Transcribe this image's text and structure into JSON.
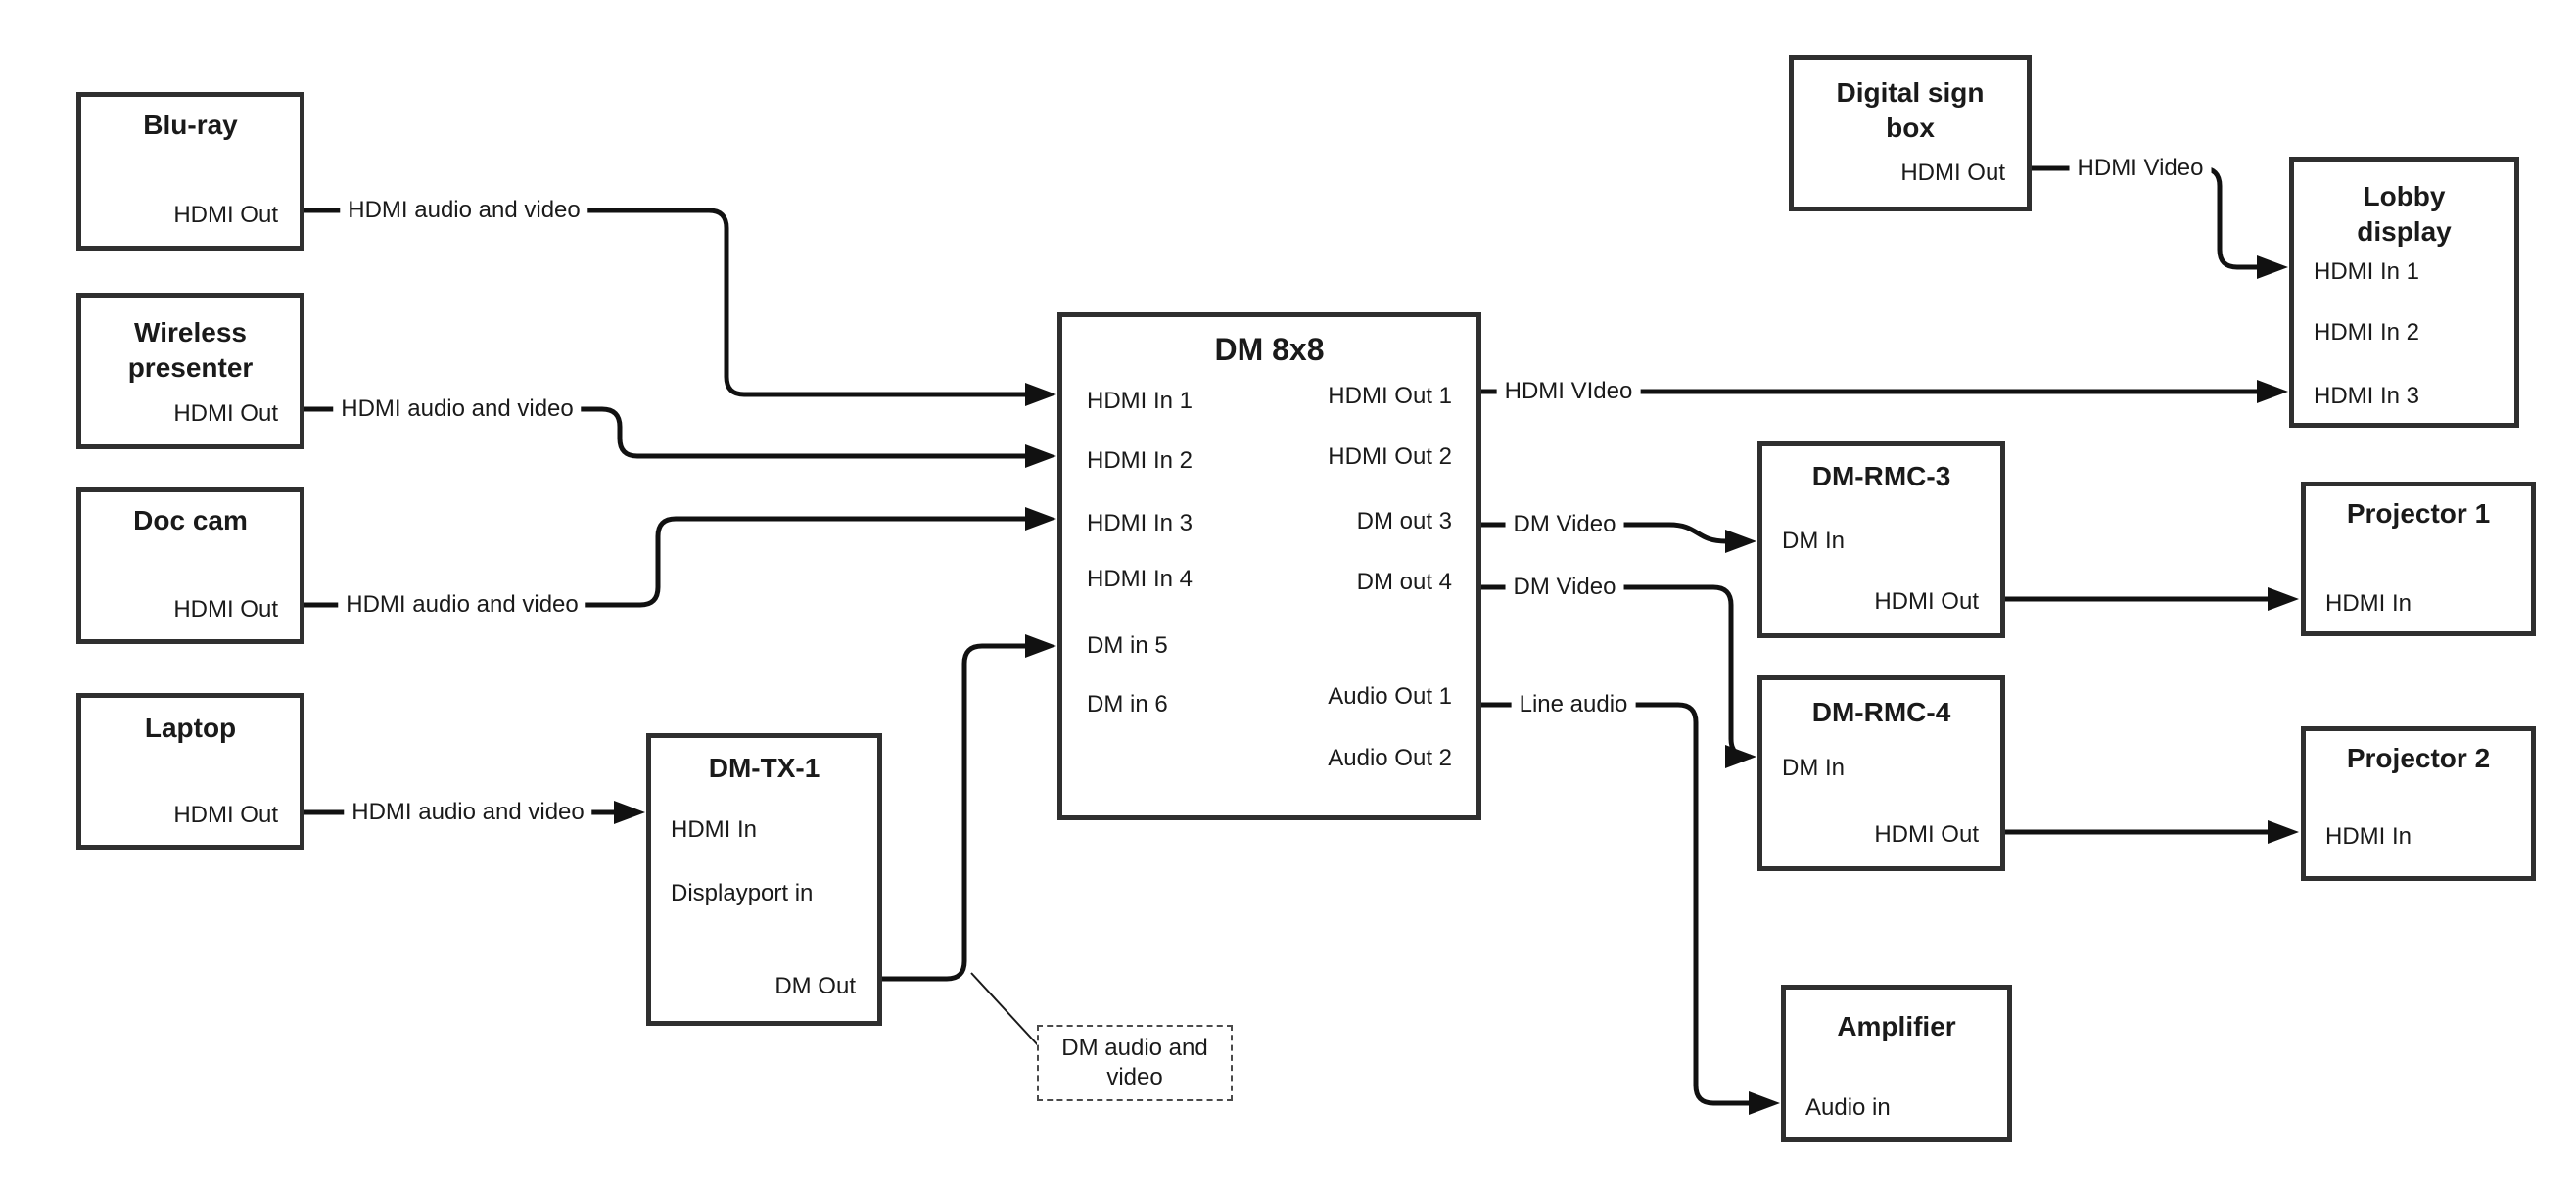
{
  "nodes": {
    "bluray": {
      "title": "Blu-ray",
      "port": "HDMI Out"
    },
    "wireless": {
      "title": "Wireless\npresenter",
      "port": "HDMI Out"
    },
    "doccam": {
      "title": "Doc cam",
      "port": "HDMI Out"
    },
    "laptop": {
      "title": "Laptop",
      "port": "HDMI Out"
    },
    "dmtx1": {
      "title": "DM-TX-1",
      "ports": [
        "HDMI In",
        "Displayport in",
        "DM Out"
      ]
    },
    "dm8x8": {
      "title": "DM 8x8",
      "inputs": [
        "HDMI In 1",
        "HDMI In 2",
        "HDMI In 3",
        "HDMI In 4",
        "DM in 5",
        "DM in 6"
      ],
      "outputs": [
        "HDMI Out 1",
        "HDMI Out 2",
        "DM out 3",
        "DM out 4",
        "Audio Out 1",
        "Audio Out 2"
      ]
    },
    "signbox": {
      "title": "Digital sign\nbox",
      "port": "HDMI Out"
    },
    "lobby": {
      "title": "Lobby\ndisplay",
      "ports": [
        "HDMI In 1",
        "HDMI In 2",
        "HDMI In 3"
      ]
    },
    "dmrmc3": {
      "title": "DM-RMC-3",
      "ports": [
        "DM In",
        "HDMI Out"
      ]
    },
    "proj1": {
      "title": "Projector 1",
      "port": "HDMI In"
    },
    "dmrmc4": {
      "title": "DM-RMC-4",
      "ports": [
        "DM In",
        "HDMI Out"
      ]
    },
    "proj2": {
      "title": "Projector 2",
      "port": "HDMI In"
    },
    "amplifier": {
      "title": "Amplifier",
      "port": "Audio in"
    }
  },
  "wire_labels": {
    "hdmi_av": "HDMI audio and video",
    "hdmi_video_sign": "HDMI Video",
    "hdmi_video_out1": "HDMI VIdeo",
    "dm_video": "DM Video",
    "line_audio": "Line audio"
  },
  "note": {
    "text": "DM audio and\nvideo"
  },
  "connections": [
    {
      "from": "Blu-ray HDMI Out",
      "label": "HDMI audio and video",
      "to": "DM 8x8 HDMI In 1"
    },
    {
      "from": "Wireless presenter HDMI Out",
      "label": "HDMI audio and video",
      "to": "DM 8x8 HDMI In 2"
    },
    {
      "from": "Doc cam HDMI Out",
      "label": "HDMI audio and video",
      "to": "DM 8x8 HDMI In 3"
    },
    {
      "from": "Laptop HDMI Out",
      "label": "HDMI audio and video",
      "to": "DM-TX-1 HDMI In"
    },
    {
      "from": "DM-TX-1 DM Out",
      "label": "DM audio and video",
      "to": "DM 8x8 DM in 5"
    },
    {
      "from": "DM 8x8 HDMI Out 1",
      "label": "HDMI VIdeo",
      "to": "Lobby display HDMI In 3"
    },
    {
      "from": "DM 8x8 DM out 3",
      "label": "DM Video",
      "to": "DM-RMC-3 DM In"
    },
    {
      "from": "DM 8x8 DM out 4",
      "label": "DM Video",
      "to": "DM-RMC-4 DM In"
    },
    {
      "from": "DM 8x8 Audio Out 1",
      "label": "Line audio",
      "to": "Amplifier Audio in"
    },
    {
      "from": "Digital sign box HDMI Out",
      "label": "HDMI Video",
      "to": "Lobby display HDMI In 1"
    },
    {
      "from": "DM-RMC-3 HDMI Out",
      "label": "",
      "to": "Projector 1 HDMI In"
    },
    {
      "from": "DM-RMC-4 HDMI Out",
      "label": "",
      "to": "Projector 2 HDMI In"
    }
  ],
  "colors": {
    "wire": "#111111",
    "border": "#2f2f2f",
    "text": "#1a1a1a",
    "background": "#ffffff"
  }
}
